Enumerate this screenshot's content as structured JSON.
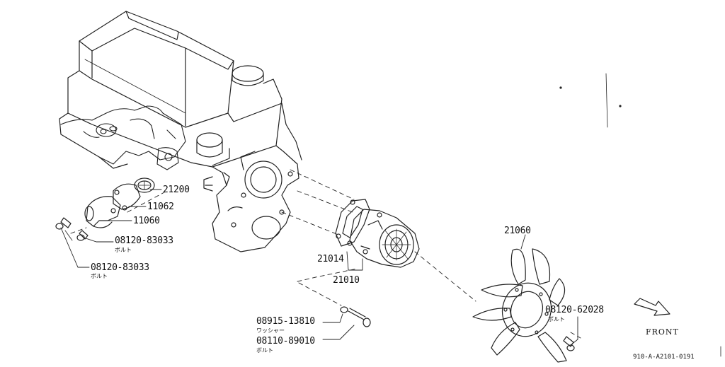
{
  "parts": {
    "thermostat": {
      "number": "21200"
    },
    "thermostat_gasket": {
      "number": "11062"
    },
    "water_outlet": {
      "number": "11060"
    },
    "outlet_bolt_a": {
      "number": "08120-83033",
      "note": "ボルト"
    },
    "outlet_bolt_b": {
      "number": "08120-83033",
      "note": "ボルト"
    },
    "pump_gasket": {
      "number": "21014"
    },
    "water_pump": {
      "number": "21010"
    },
    "fan_blade": {
      "number": "21060"
    },
    "fan_bolt": {
      "number": "08120-62028",
      "note": "ボルト"
    },
    "pump_washer": {
      "number": "08915-13810",
      "note": "ワッシャー"
    },
    "pump_bolt": {
      "number": "08110-89010",
      "note": "ボルト"
    }
  },
  "direction": {
    "label": "FRONT"
  },
  "diagram_code": "910-A-A2101-0191"
}
